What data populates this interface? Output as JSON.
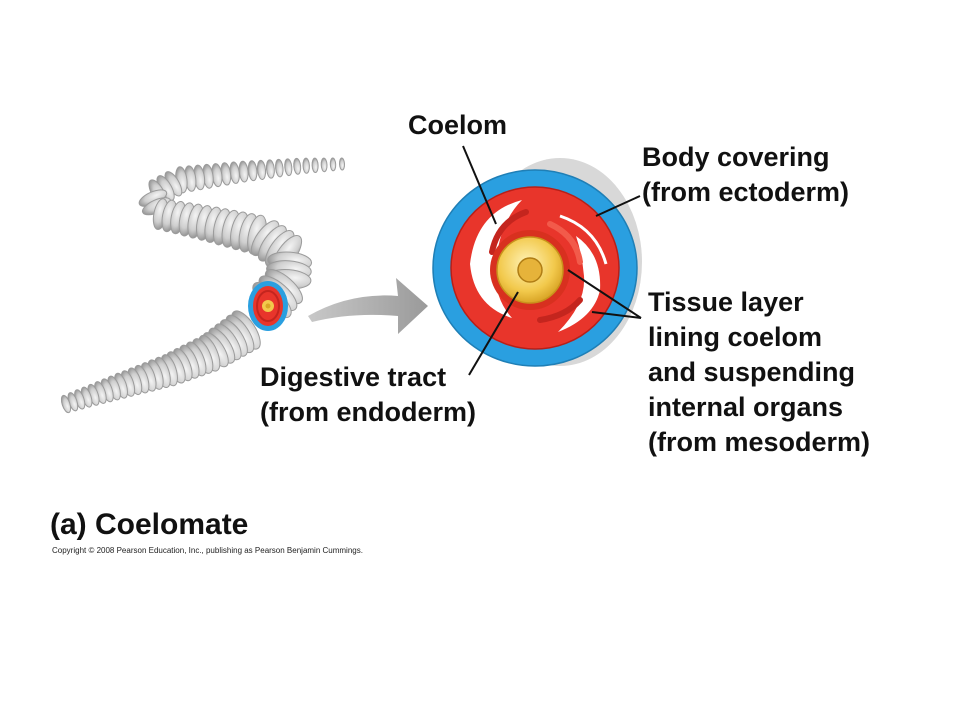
{
  "labels": {
    "coelom": "Coelom",
    "body_covering": [
      "Body covering",
      "(from ectoderm)"
    ],
    "digestive_tract": [
      "Digestive tract",
      "(from endoderm)"
    ],
    "tissue_layer": [
      "Tissue layer",
      "lining coelom",
      "and suspending",
      "internal organs",
      "(from mesoderm)"
    ]
  },
  "caption": "(a) Coelomate",
  "copyright": "Copyright © 2008 Pearson Education, Inc., publishing as Pearson Benjamin Cummings.",
  "colors": {
    "ectoderm": "#2a9fe0",
    "mesoderm": "#e8352b",
    "mesoderm_dark": "#c4251e",
    "endoderm": "#f2c94c",
    "worm": "#cfcfcf",
    "arrow": "#a8a8a8"
  }
}
